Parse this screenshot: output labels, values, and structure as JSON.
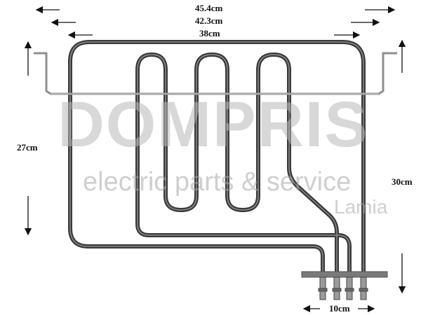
{
  "dimensions": {
    "width_outer": "45.4cm",
    "width_middle": "42.3cm",
    "width_inner": "38cm",
    "height_left": "27cm",
    "height_right": "30cm",
    "terminal_span": "10cm"
  },
  "watermark": {
    "brand": "DOMPRIS",
    "tagline": "electric parts & service",
    "city": "Lamia"
  },
  "colors": {
    "element": "#3a3a3a",
    "element_highlight": "#8a8a8a",
    "bracket": "#9a9a9a",
    "watermark": "#b9b9b9",
    "arrow": "#111111"
  }
}
